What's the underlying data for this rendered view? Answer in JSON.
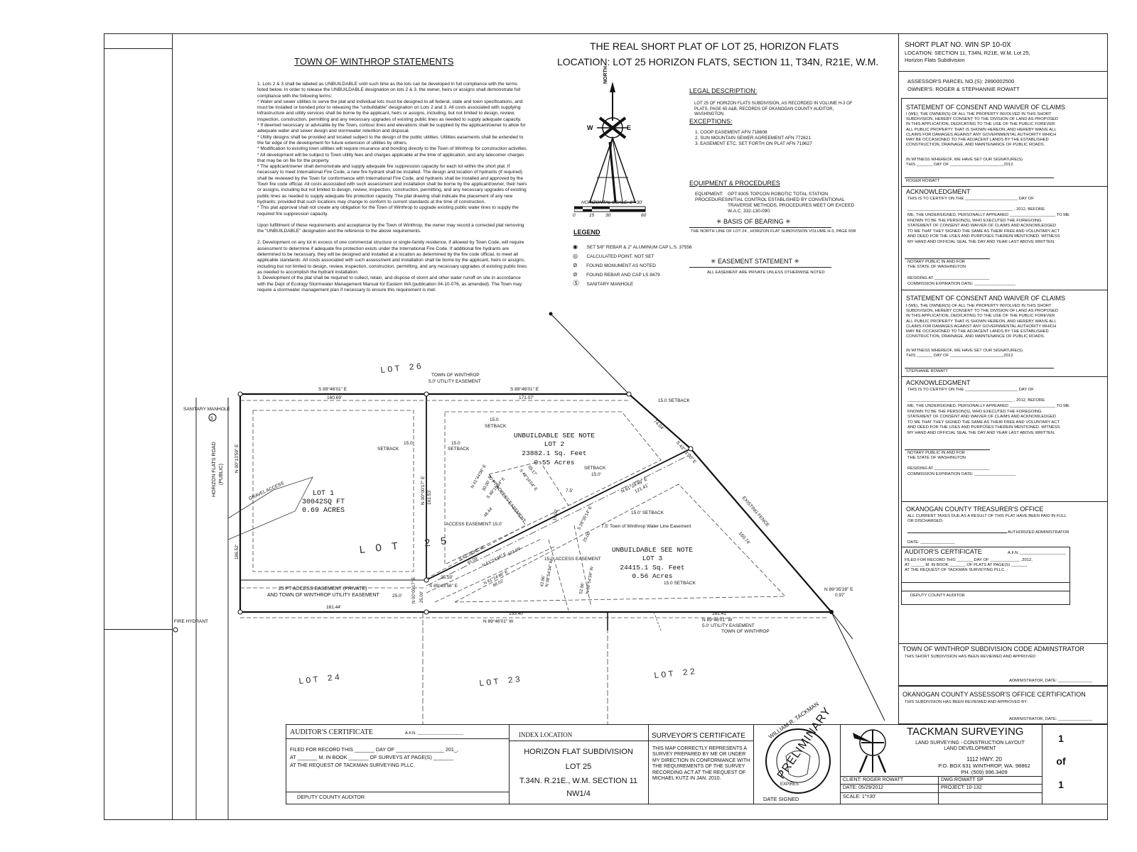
{
  "header": {
    "title1": "THE REAL SHORT PLAT OF LOT 25, HORIZON FLATS",
    "title2": "LOCATION: LOT 25 HORIZON FLATS, SECTION 11, T34N, R21E, W.M."
  },
  "statements": {
    "title": "TOWN OF WINTHROP STATEMENTS",
    "p1": "1. Lots 2 & 3 shall be labeled as UNBUILDABLE until such time as the lots can be developed in full compliance with the terms listed below. In order to release the UNBUILDABLE designation on lots 2 & 3, the owner, heirs or assigns shall demonstrate full compliance with the following terms:",
    "p2": "* Water and sewer utilities to serve the plat and individual lots must be designed to all federal, state and town specifications, and must be installed or bonded prior to releasing the \"unbuildable\" designation on Lots 2 and 3. All costs associated with supplying infrastructure and utility services shall be borne by the applicant, heirs or assigns, including, but not limited to design, review, inspection, construction, permitting and any necessary upgrades of existing public lines as needed to supply adequate capacity.",
    "p3": "* If deemed necessary or advisable by the Town, contour lines and elevations shall be supplied by the applicant/owner to allow for adequate water and sewer design and stormwater retention and disposal.",
    "p4": "* Utility designs shall be provided and located subject to the design of the public utilities. Utilities easements shall be extended to the far edge of the development for future extension of utilities by others.",
    "p5": "* Modification to existing town utilities will require insurance and bonding directly to the Town of Winthrop for construction activities.",
    "p6": "* All development will be subject to Town utility fees and charges applicable at the time of application, and any latecomer charges that may be on file for the property.",
    "p7": "* The applicant/owner shall demonstrate and supply adequate fire suppression capacity for each lot within the short plat. If necessary to meet International Fire Code, a new fire hydrant shall be installed. The design and location of hydrants (if required) shall be reviewed by the Town for conformance with International Fire Code, and hydrants shall be installed and approved by the Town fire code official. All costs associated with such assessment and installation shall be borne by the applicant/owner, their heirs or assigns, including but not limited to design, review, inspection, construction, permitting, and any necessary upgrades of existing public lines as needed to supply adequate fire protection capacity. The plat drawing shall indicate the placement of any new hydrants; provided that such locations may change to conform to current standards at the time of construction.",
    "p8": "* This plat approval shall not create any obligation for the Town of Winthrop to upgrade existing public water lines to supply the required fire suppression capacity.",
    "p9": "Upon fulfillment of these requirements and acceptance by the Town of Winthrop, the owner may record a corrected plat removing the \"UNBUILDABLE\" designation and the reference to the above requirements.",
    "p10": "2. Development on any lot in excess of one commercial structure or single-family residence, if allowed by Town Code, will require assessment to determine if adequate fire protection exists under the International Fire Code. If additional fire hydrants are determined to be necessary, they will be designed and installed at a location as determined by the fire code official, to meet all applicable standards. All costs associated with such assessment and installation shall be borne by the applicant, heirs or assigns, including but not limited to design, review, inspection, construction, permitting, and any necessary upgrades of existing public lines as needed to accomplish the hydrant installation.",
    "p11": "3. Development of the plat shall be required to collect, retain, and dispose of storm and other water runoff on site in accordance with the Dept of Ecology Stormwater Management Manual for Eastern WA (publication 04-10-076, as amended). The Town may require a stormwater management plan if necessary to ensure this requirement is met."
  },
  "legal": {
    "title": "LEGAL DESCRIPTION:",
    "text": "LOT 25 OF HORIZON FLATS SUBDIVISION, AS RECORDED IN VOLUME H-3 OF PLATS, PAGE 65 A&B, RECORDS OF OKANOGAN COUNTY AUDITOR, WASHINGTON.",
    "exceptions_title": "EXCEPTIONS:",
    "exc1": "1. COOP EASEMENT AFN 718608",
    "exc2": "2. SUN MOUNTAIN SEWER AGREEMENT AFN 772621",
    "exc3": "3. EASEMENT ETC. SET FORTH ON PLAT AFN 719627",
    "equip_title": "EQUIPMENT & PROCEDURES",
    "equip_label": "EQUIPMENT:",
    "equip_value": "GPT 8305 TOPCON ROBOTIC TOTAL STATION",
    "proc_label": "PROCEDURES:",
    "proc_value": "INITIAL CONTROL ESTABLISHED BY CONVENTIONAL TRAVERSE METHODS, PROCEDURES MEET OR EXCEED W.A.C. 332-130-090.",
    "bearing_title": "BASIS OF BEARING",
    "bearing_text": "THE NORTH LINE OF LOT 24 , HORIZON FLAT SUBDIVISION VOLUME H-3, PAGE 65B",
    "easement_title": "EASEMENT STATEMENT",
    "easement_text": "ALL EASEMENT ARE PRIVATE UNLESS OTHERWISE NOTED"
  },
  "compass": {
    "north": "NORTH",
    "w": "W",
    "e": "E",
    "scale_label": "HORIZONTAL SCALE: 1\"=30'",
    "s0": "0",
    "s15": "15",
    "s30": "30",
    "s60": "60"
  },
  "legend": {
    "title": "LEGEND",
    "items": [
      "SET 5/8\" REBAR & 2\" ALUMINUM CAP L.S. 37556",
      "CALCULATED POINT, NOT SET",
      "FOUND MONUMENT AS NOTED",
      "FOUND REBAR AND CAP LS 8479",
      "SANITARY MANHOLE"
    ]
  },
  "right": {
    "sp_title": "SHORT PLAT NO. WIN SP 10-0X",
    "sp_loc": "LOCATION: SECTION 11, T34N, R21E, W.M. Lot 25,",
    "sp_loc2": "Horizon Flats Subdivision",
    "parcel": "ASSESSOR'S PARCEL NO.(S): 2890002500",
    "owners": "OWNER'S: ROGER & STEPHANNIE ROWATT",
    "consent_title": "STATEMENT OF CONSENT AND WAIVER OF CLAIMS",
    "consent_text": "I (WE), THE OWNER(S) OF ALL THE PROPERTY INVOLVED IN THIS SHORT SUBDIVISION, HEREBY CONSENT TO THE DIVISION OF LAND AS PROPOSED IN THIS APPLICATION, DEDICATING TO THE USE OF THE PUBLIC FOREVER ALL PUBLIC PROPERTY THAT IS SHOWN HEREON, AND HEREBY WAIVE ALL CLAIMS FOR DAMAGES AGAINST ANY GOVERNMENTAL AUTHORITY WHICH MAY BE OCCASIONED TO THE ADJACENT LANDS BY THE ESTABLISHED CONSTRUCTION, DRAINAGE, AND MAINTENANCE OF PUBLIC ROADS.",
    "witness": "IN WITNESS WHEREOF, WE HAVE SET OUR SIGNATURE(S)",
    "this_day1": "THIS _______ DAY OF _______________________,2012.",
    "this_day2": "THIS _______ DAY OF _______________________,2012.",
    "roger": "ROGER ROWATT",
    "stephanie": "STEPHANIE ROWATT",
    "ack_title": "ACKNOWLEDGMENT",
    "ack_l1": "THIS IS TO CERTIFY ON THE _______________________ DAY OF",
    "ack_l2": "______________________________________________ , 2012, BEFORE",
    "ack_l3": "ME, THE UNDERSIGNED, PERSONALLY APPEARED ____________________ TO ME",
    "ack_text": "KNOWN TO BE THE PERSON(S), WHO EXECUTED THE FOREGOING STATEMENT OF CONSENT AND WAIVER OF CLAIMS AND ACKNOWLEDGED TO ME THAT THEY SIGNED THE SAME AS THEIR FREE AND VOLUNTARY ACT AND DEED FOR THE USES AND PURPOSES THEREIN MENTIONED. WITNESS MY HAND AND OFFICIAL SEAL THE DAY AND YEAR LAST ABOVE WRITTEN.",
    "notary": "NOTARY PUBLIC IN AND FOR",
    "state": "THE STATE OF WASHINGTON",
    "residing": "RESIDING AT ________________________",
    "commission": "COMMISSION EXPIRATION DATE: __________________",
    "treas_title": "OKANOGAN COUNTY TREASURER'S OFFICE",
    "treas_text": "ALL CURRENT TAXES DUE AS A RESULT OF THIS PLAT HAVE BEEN PAID IN FULL OR DISCHARGED.",
    "treas_auth": "AUTHORIZED ADMINISTRATOR",
    "date_label": "DATE: _______________",
    "aud_title": "AUDITOR'S CERTIFICATE",
    "afn": "A.F.N. ____________________",
    "aud_l1": "FILED FOR RECORD THIS _______ DAY OF _____________ ,2012,",
    "aud_l2": "AT ______ M. IN BOOK _______ OF PLATS AT PAGE(S) _______",
    "aud_l3": "AT THE REQUEST OF TACKMAN SURVEYING PLLC.",
    "deputy": "DEPUTY COUNTY AUDITOR",
    "code_title": "TOWN OF WINTHROP SUBDIVISION CODE ADMINSTRATOR",
    "code_text": "THIS SHORT SUBDIVISION HAS BEEN REVIEWED AND APPROVED",
    "code_admin": "ADMINISTRATOR, DATE: _______________",
    "assr_title": "OKANOGAN COUNTY ASSESSOR'S OFFICE CERTIFICATION",
    "assr_text": "THIS SUBDIVISION HAS BEEN REVIEWED AND APPROVED BY:",
    "assr_admin": "ADMINISTRATOR, DATE: _______________"
  },
  "bottom": {
    "aud_title": "AUDITOR'S CERTIFICATE",
    "afn": "A.F.N. ____________________",
    "l1": "FILED FOR RECORD THIS _______ DAY OF _________________ 201_,",
    "l2": "AT _______ M. IN BOOK _______ OF SURVEYS AT PAGE(S) _______",
    "l3": "AT THE REQUEST OF TACKMAN SURVEYING PLLC.",
    "deputy": "DEPUTY COUNTY AUDITOR",
    "index_title": "INDEX LOCATION",
    "index1": "HORIZON FLAT SUBDIVISION",
    "index2": "LOT 25",
    "index3": "T.34N. R.21E., W.M. SECTION 11",
    "index4": "NW1/4",
    "surv_title": "SURVEYOR'S CERTIFICATE",
    "surv_text": "THIS MAP CORRECTLY REPRESENTS A SURVEY PREPARED BY ME OR UNDER MY DIRECTION IN CONFORMANCE WITH THE REQUIREMENTS OF THE SURVEY RECORDING ACT AT THE REQUEST OF MICHAEL KUTZ IN JAN. 2010.",
    "seal_name": "WILLIAM R. TACKMAN",
    "seal_stamp": "PRELIMINARY",
    "seal_expires": "EXPIRES",
    "date_signed": "DATE SIGNED",
    "company": "TACKMAN SURVEYING",
    "services1": "LAND SURVEYING - CONSTRUCTION LAYOUT",
    "services2": "LAND DEVELOPMENT",
    "addr1": "1112 HWY. 20",
    "addr2": "P.O. BOX 631 WINTHROP, WA. 98862",
    "addr3": "PH. (509) 996.3409",
    "client": "CLIENT: ROGER ROWATT",
    "dwg": "DWG:ROWATT SP",
    "date": "DATE: 05/29/2012",
    "project": "PROJECT: 10-132",
    "scale": "SCALE: 1\"=30'",
    "sheet1": "1",
    "sheet_of": "of",
    "sheet2": "1"
  },
  "map": {
    "lot26": "LOT 26",
    "lot24": "LOT 24",
    "lot23": "LOT 23",
    "lot22": "LOT 22",
    "lot25": "LOT 25",
    "lot1a": "LOT 1",
    "lot1b": "30042SQ FT",
    "lot1c": "0.69 ACRES",
    "lot2a": "UNBUILDABLE SEE NOTE",
    "lot2b": "LOT 2",
    "lot2c": "23882.1 Sq. Feet",
    "lot2d": "0.55 Acres",
    "lot3a": "UNBUILDABLE SEE NOTE",
    "lot3b": "LOT 3",
    "lot3c": "24415.1 Sq. Feet",
    "lot3d": "0.56 Acres",
    "manhole": "SANITARY MANHOLE",
    "hydrant": "FIRE HYDRANT",
    "road1": "HORIZON FLATS ROAD",
    "road2": "(PUBLIC)",
    "gravel": "GRAVEL ACCESS",
    "town_ue1": "TOWN OF WINTHROP",
    "town_ue2": "5.0' UTILITY EASEMENT",
    "b_n1": "S 89°46'01\" E",
    "d_n1": "160.69'",
    "b_n2": "S 89°46'01\" E",
    "d_n2": "171.07'",
    "setback_top": "15.0 SETBACK",
    "setback1": "15.0",
    "setback1b": "SETBACK",
    "setback2": "15.0",
    "setback2b": "SETBACK",
    "setback3": "15.0",
    "setback3b": "SETBACK",
    "setback4": "SETBACK",
    "setback4b": "15.0'",
    "setback5": "15.0' SETBACK",
    "setback6": "15.0 SETBACK",
    "d_7404": "74.04'",
    "b_se": "S 43°11'00\" E",
    "fence": "EXISTING FENCE",
    "d_16074": "160.74'",
    "b_e": "N 89°35'28\" E",
    "d_097": "0.97'",
    "b_w1": "N 00°13'59\" E",
    "d_w1": "186.52'",
    "b_mid": "N 00°00'17\" E",
    "d_mid": "161.53'",
    "b_line": "N 61°24'46\" E",
    "d_line": "121.41'",
    "d_75": "7.5'",
    "water": "7.5' Town of Winthrop Water Line Easement",
    "access15": "ACCESS EASEMENT 15.0'",
    "access30": "30 FT ACCESS EASEMENT",
    "b_a1": "N 41°44'06\" E",
    "d_a1": "30.00'",
    "b_a2": "S 48°16'04\" E",
    "d_a2": "59.17'",
    "b_a3": "S 48°15'54\" E",
    "d_a3": "48.44'",
    "b_a4": "S 61°24'46\" W",
    "d_a4": "91.09'",
    "b_a5": "N 61°24'46\" E",
    "d_a5": "102.09'",
    "b_a6": "N 61°24'46\" E",
    "d_a6": "68.02'",
    "b_a7": "S 28°35'14\" E",
    "d_a7": "25.00'",
    "d_15": "15.00'",
    "b_a8": "N 08°54'34\" W",
    "d_a8": "42.96'",
    "b_a9": "N 08°54'34\" W",
    "d_a9": "52.96'",
    "access_ease": "15.0' ACCESS EASEMENT",
    "d_2550": "25.50'",
    "b_s": "S 89°45'56\" E",
    "ease25a": "25 FT ACCESS EASEMENT (PRIVATE)",
    "ease25b": "AND TOWN OF WINTHROP UTILITY EASEMENT",
    "d_250": "25.0'",
    "b_n00": "N 00°00'17\" E",
    "d_2500": "25.00'",
    "d_16144": "161.44'",
    "d_15540": "155.40'",
    "b_s1": "N 89°46'01\" W",
    "d_19141": "191.41'",
    "b_s2": "N 89°46'01\" W",
    "ue_s1": "5.0' UTILITY EASEMENT",
    "ue_s2": "TOWN OF WINTHROP"
  }
}
